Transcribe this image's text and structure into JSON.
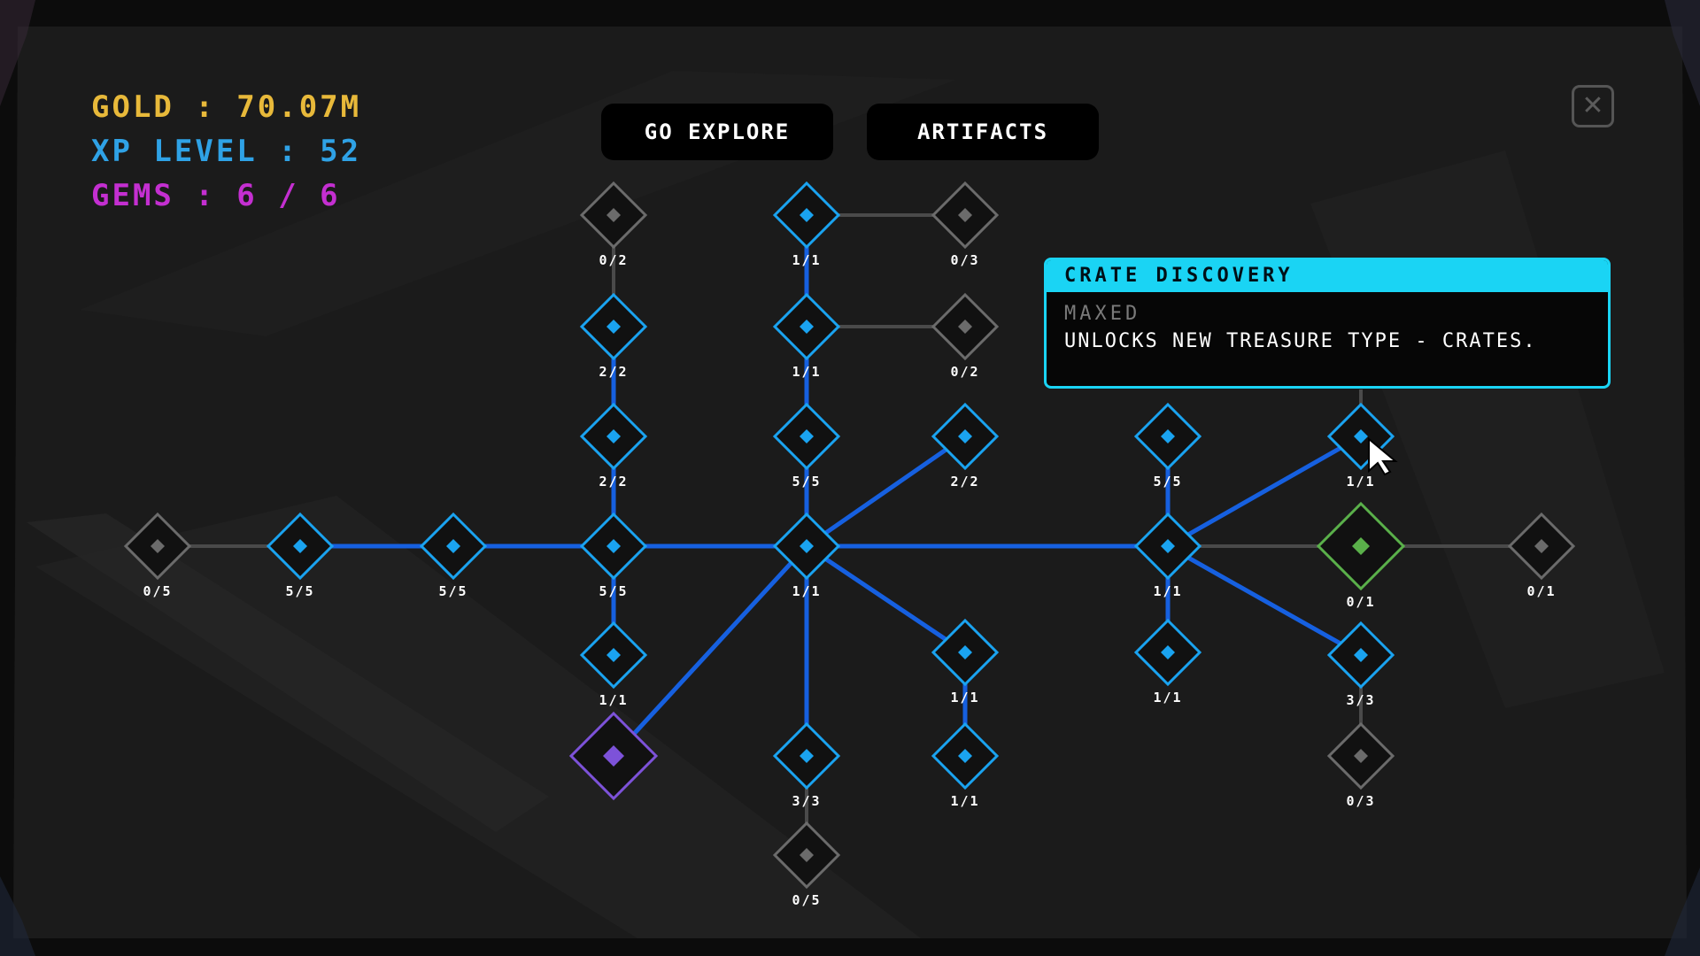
{
  "hud": {
    "gold": "GOLD : 70.07M",
    "xp_level": "XP LEVEL : 52",
    "gems": "GEMS : 6 / 6"
  },
  "buttons": {
    "go_explore": "GO EXPLORE",
    "artifacts": "ARTIFACTS"
  },
  "close_icon": "close-icon",
  "colors": {
    "gold": "#e8b93a",
    "xp": "#2fa2e6",
    "gems": "#c42fd1",
    "active_node": "#1aa3f0",
    "active_link": "#1660e0",
    "locked_node": "#6b6b6b",
    "locked_link": "#4a4a4a",
    "available_node": "#5ab04a",
    "special_node": "#7d52d9",
    "tooltip_accent": "#1ad4f4"
  },
  "tooltip": {
    "title": "CRATE DISCOVERY",
    "status": "MAXED",
    "description": "UNLOCKS NEW TREASURE TYPE - CRATES."
  },
  "skill_tree": {
    "nodes": [
      {
        "id": "n1",
        "label": "0/5",
        "state": "locked"
      },
      {
        "id": "n2",
        "label": "5/5",
        "state": "active"
      },
      {
        "id": "n3",
        "label": "5/5",
        "state": "active"
      },
      {
        "id": "n4",
        "label": "5/5",
        "state": "active"
      },
      {
        "id": "n5",
        "label": "2/2",
        "state": "active"
      },
      {
        "id": "n6",
        "label": "2/2",
        "state": "active"
      },
      {
        "id": "n7",
        "label": "0/2",
        "state": "locked"
      },
      {
        "id": "n8",
        "label": "1/1",
        "state": "active"
      },
      {
        "id": "n9",
        "label": "",
        "state": "special"
      },
      {
        "id": "n10",
        "label": "1/1",
        "state": "active"
      },
      {
        "id": "n11",
        "label": "5/5",
        "state": "active"
      },
      {
        "id": "n12",
        "label": "1/1",
        "state": "active"
      },
      {
        "id": "n13",
        "label": "1/1",
        "state": "active"
      },
      {
        "id": "n14",
        "label": "0/3",
        "state": "locked"
      },
      {
        "id": "n15",
        "label": "0/2",
        "state": "locked"
      },
      {
        "id": "n16",
        "label": "2/2",
        "state": "active"
      },
      {
        "id": "n17",
        "label": "3/3",
        "state": "active"
      },
      {
        "id": "n18",
        "label": "0/5",
        "state": "locked"
      },
      {
        "id": "n19",
        "label": "1/1",
        "state": "active"
      },
      {
        "id": "n20",
        "label": "1/1",
        "state": "active"
      },
      {
        "id": "n21",
        "label": "1/1",
        "state": "active"
      },
      {
        "id": "n22",
        "label": "5/5",
        "state": "active"
      },
      {
        "id": "n23",
        "label": "1/1",
        "state": "active"
      },
      {
        "id": "n24",
        "label": "1/1",
        "state": "active"
      },
      {
        "id": "n25",
        "label": "0/1",
        "state": "available"
      },
      {
        "id": "n26",
        "label": "0/1",
        "state": "locked"
      },
      {
        "id": "n27",
        "label": "3/3",
        "state": "active"
      },
      {
        "id": "n28",
        "label": "0/3",
        "state": "locked"
      }
    ],
    "links": [
      {
        "from": "n1",
        "to": "n2",
        "state": "locked"
      },
      {
        "from": "n2",
        "to": "n3",
        "state": "active"
      },
      {
        "from": "n3",
        "to": "n4",
        "state": "active"
      },
      {
        "from": "n4",
        "to": "n5",
        "state": "active"
      },
      {
        "from": "n5",
        "to": "n6",
        "state": "active"
      },
      {
        "from": "n6",
        "to": "n7",
        "state": "locked"
      },
      {
        "from": "n4",
        "to": "n8",
        "state": "active"
      },
      {
        "from": "n4",
        "to": "n10",
        "state": "active"
      },
      {
        "from": "n10",
        "to": "n9",
        "state": "active"
      },
      {
        "from": "n10",
        "to": "n11",
        "state": "active"
      },
      {
        "from": "n11",
        "to": "n12",
        "state": "active"
      },
      {
        "from": "n12",
        "to": "n13",
        "state": "active"
      },
      {
        "from": "n13",
        "to": "n14",
        "state": "locked"
      },
      {
        "from": "n12",
        "to": "n15",
        "state": "locked"
      },
      {
        "from": "n10",
        "to": "n16",
        "state": "active"
      },
      {
        "from": "n10",
        "to": "n17",
        "state": "active"
      },
      {
        "from": "n17",
        "to": "n18",
        "state": "locked"
      },
      {
        "from": "n10",
        "to": "n19",
        "state": "active"
      },
      {
        "from": "n19",
        "to": "n20",
        "state": "active"
      },
      {
        "from": "n10",
        "to": "n21",
        "state": "active"
      },
      {
        "from": "n21",
        "to": "n22",
        "state": "active"
      },
      {
        "from": "n21",
        "to": "n23",
        "state": "active"
      },
      {
        "from": "n21",
        "to": "n24",
        "state": "active"
      },
      {
        "from": "n21",
        "to": "n25",
        "state": "locked"
      },
      {
        "from": "n25",
        "to": "n26",
        "state": "locked"
      },
      {
        "from": "n21",
        "to": "n27",
        "state": "active"
      },
      {
        "from": "n27",
        "to": "n28",
        "state": "locked"
      },
      {
        "from": "n24",
        "to": "tooltip",
        "state": "locked"
      }
    ]
  }
}
